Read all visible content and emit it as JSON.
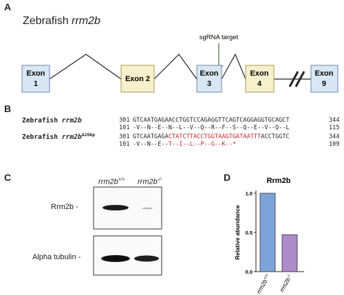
{
  "panels": {
    "A": "A",
    "B": "B",
    "C": "C",
    "D": "D"
  },
  "panelA": {
    "title_prefix": "Zebrafish ",
    "title_gene": "rrm2b",
    "sgrna_label": "sgRNA target",
    "exons": [
      {
        "line1": "Exon",
        "line2": "1",
        "color": "#d9e7f5"
      },
      {
        "line1": "Exon 2",
        "line2": "",
        "color": "#f6f0cc"
      },
      {
        "line1": "Exon",
        "line2": "3",
        "color": "#d9e7f5"
      },
      {
        "line1": "Exon",
        "line2": "4",
        "color": "#f6f0cc"
      },
      {
        "line1": "Exon",
        "line2": "9",
        "color": "#d9e7f5"
      }
    ]
  },
  "panelB": {
    "wt_label_prefix": "Zebrafish ",
    "wt_label_gene": "rrm2b",
    "mut_label_prefix": "Zebrafish ",
    "mut_label_gene": "rrm2b",
    "mut_label_sup": "Δ26bp",
    "wt_dna_start": "301",
    "wt_dna_seq": "GTCAATGAGAACCTGGTCCAGAGGTTCAGTCAGGAGGTGCAGCT",
    "wt_dna_end": "344",
    "wt_aa_start": "101",
    "wt_aa_seq": "-V--N--E--N--L--V--Q--R--F--S--Q--E--V--Q--L",
    "wt_aa_end": "115",
    "mut_dna_start": "301",
    "mut_dna_seq_black": "GTCAATGAGA",
    "mut_dna_seq_red": "CTATCTTACCTGGTAAGTGATAATTT",
    "mut_dna_seq_tail": "ACCTGGTC",
    "mut_dna_end": "344",
    "mut_aa_start": "101",
    "mut_aa_seq_black": "-V--N--E--",
    "mut_aa_seq_red": "T--I--L--P--G--K--*",
    "mut_aa_end": "109"
  },
  "panelC": {
    "lane1_gene": "rrm2b",
    "lane1_sup": "+/+",
    "lane2_gene": "rrm2b",
    "lane2_sup": "-/-",
    "row1_label": "Rrm2b -",
    "row2_label": "Alpha tubulin -"
  },
  "chart_data": {
    "type": "bar",
    "title": "Rrm2b",
    "ylabel": "Relative abundance",
    "ylim": [
      0,
      1.0
    ],
    "yticks": [
      "0.0",
      "0.5",
      "1.0"
    ],
    "categories": [
      {
        "gene": "rrm2b",
        "sup": "+/+"
      },
      {
        "gene": "rrm2b",
        "sup": "-/-"
      }
    ],
    "values": [
      1.0,
      0.47
    ],
    "colors": [
      "#7ea3d9",
      "#ad8ccb"
    ]
  }
}
